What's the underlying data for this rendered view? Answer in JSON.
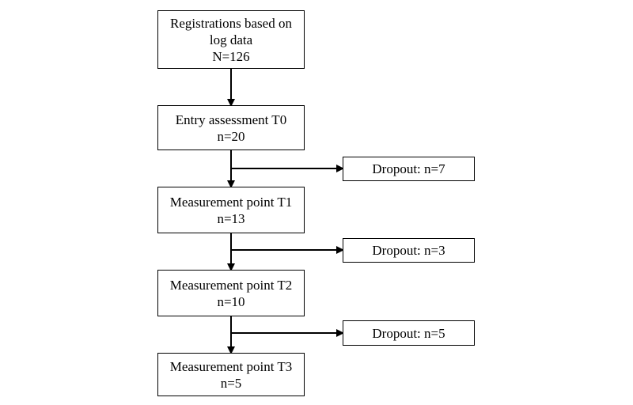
{
  "flow": {
    "registrations": {
      "line1": "Registrations based on",
      "line2": "log data",
      "count": "N=126"
    },
    "entry": {
      "title": "Entry assessment T0",
      "count": "n=20"
    },
    "t1": {
      "title": "Measurement point T1",
      "count": "n=13"
    },
    "t2": {
      "title": "Measurement point T2",
      "count": "n=10"
    },
    "t3": {
      "title": "Measurement point T3",
      "count": "n=5"
    },
    "dropouts": [
      {
        "label": "Dropout: n=7"
      },
      {
        "label": "Dropout: n=3"
      },
      {
        "label": "Dropout: n=5"
      }
    ]
  }
}
